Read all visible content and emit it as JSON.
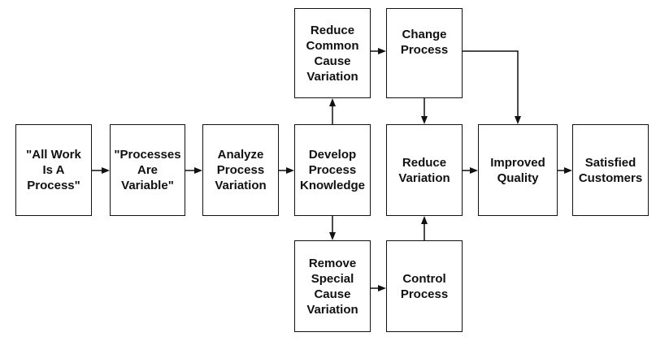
{
  "nodes": {
    "all_work": "\"All Work\nIs A\nProcess\"",
    "processes_variable": "\"Processes\nAre\nVariable\"",
    "analyze": "Analyze\nProcess\nVariation",
    "develop": "Develop\nProcess\nKnowledge",
    "reduce_common": "Reduce\nCommon\nCause\nVariation",
    "change_process": "Change\nProcess",
    "reduce_variation": "Reduce\nVariation",
    "improved_quality": "Improved\nQuality",
    "satisfied_customers": "Satisfied\nCustomers",
    "remove_special": "Remove\nSpecial\nCause\nVariation",
    "control_process": "Control\nProcess"
  },
  "edges": [
    {
      "from": "all_work",
      "to": "processes_variable"
    },
    {
      "from": "processes_variable",
      "to": "analyze"
    },
    {
      "from": "analyze",
      "to": "develop"
    },
    {
      "from": "develop",
      "to": "reduce_common"
    },
    {
      "from": "develop",
      "to": "remove_special"
    },
    {
      "from": "reduce_common",
      "to": "change_process"
    },
    {
      "from": "change_process",
      "to": "reduce_variation"
    },
    {
      "from": "change_process",
      "to": "improved_quality"
    },
    {
      "from": "remove_special",
      "to": "control_process"
    },
    {
      "from": "control_process",
      "to": "reduce_variation"
    },
    {
      "from": "reduce_variation",
      "to": "improved_quality"
    },
    {
      "from": "improved_quality",
      "to": "satisfied_customers"
    }
  ]
}
